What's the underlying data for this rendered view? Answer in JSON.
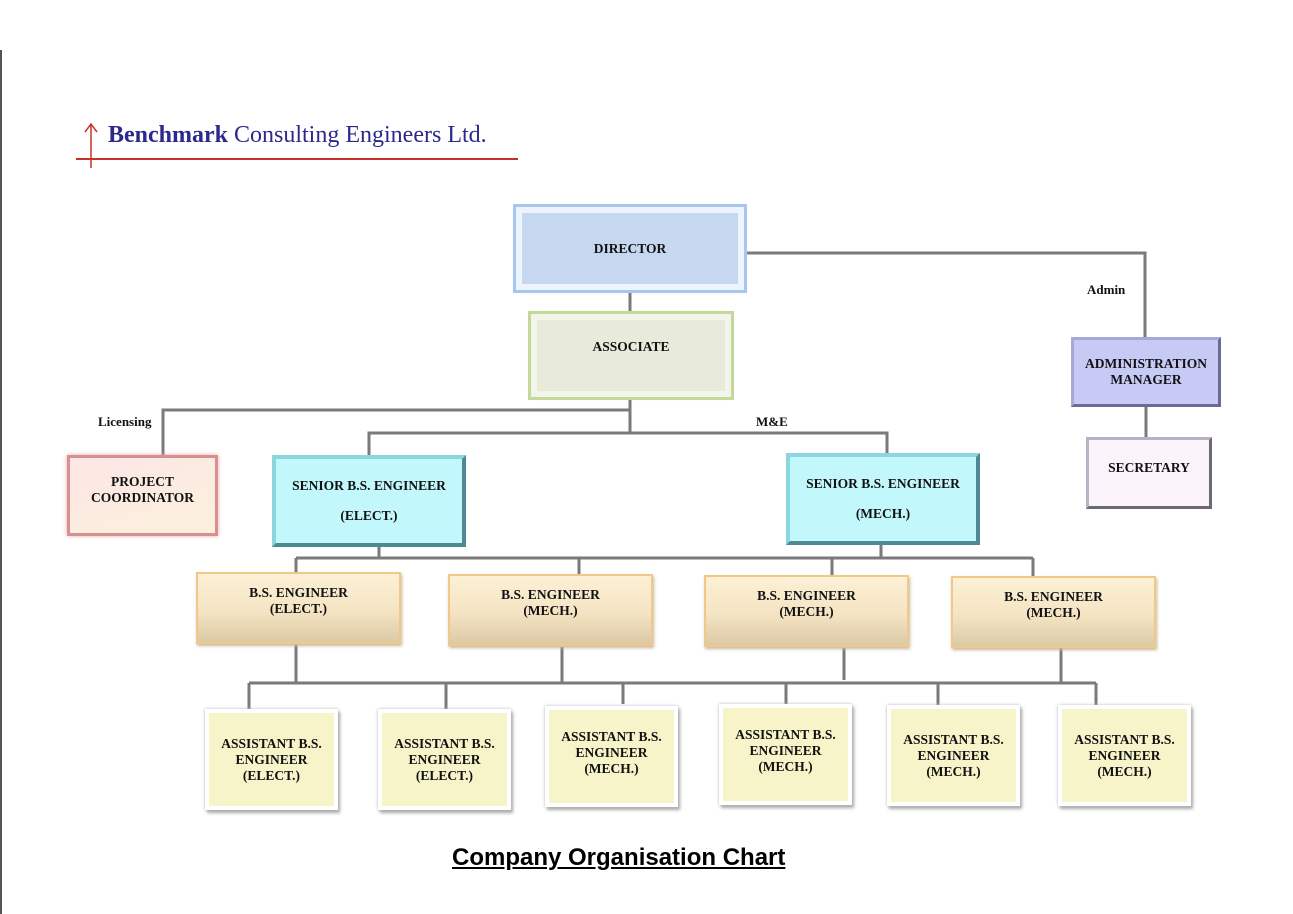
{
  "logo": {
    "company_bold": "Benchmark",
    "company_rest": " Consulting Engineers Ltd.",
    "brand_color": "#2b2a8c",
    "accent_color": "#c8302c"
  },
  "title": "Company Organisation Chart",
  "connector_labels": {
    "admin": "Admin",
    "licensing": "Licensing",
    "me": "M&E"
  },
  "nodes": {
    "director": [
      "DIRECTOR"
    ],
    "associate": [
      "ASSOCIATE"
    ],
    "administration_manager": [
      "ADMINISTRATION",
      "MANAGER"
    ],
    "secretary": [
      "SECRETARY"
    ],
    "project_coordinator": [
      "PROJECT",
      "COORDINATOR"
    ],
    "senior_elect": [
      "SENIOR B.S. ENGINEER",
      "(ELECT.)"
    ],
    "senior_mech": [
      "SENIOR B.S. ENGINEER",
      "(MECH.)"
    ],
    "bs_engineers": [
      [
        "B.S. ENGINEER",
        "(ELECT.)"
      ],
      [
        "B.S. ENGINEER",
        "(MECH.)"
      ],
      [
        "B.S. ENGINEER",
        "(MECH.)"
      ],
      [
        "B.S. ENGINEER",
        "(MECH.)"
      ]
    ],
    "assistants": [
      [
        "ASSISTANT B.S.",
        "ENGINEER",
        "(ELECT.)"
      ],
      [
        "ASSISTANT B.S.",
        "ENGINEER",
        "(ELECT.)"
      ],
      [
        "ASSISTANT B.S.",
        "ENGINEER",
        "(MECH.)"
      ],
      [
        "ASSISTANT B.S.",
        "ENGINEER",
        "(MECH.)"
      ],
      [
        "ASSISTANT B.S.",
        "ENGINEER",
        "(MECH.)"
      ],
      [
        "ASSISTANT B.S.",
        "ENGINEER",
        "(MECH.)"
      ]
    ]
  },
  "relationships": [
    {
      "from": "DIRECTOR",
      "to": "ASSOCIATE"
    },
    {
      "from": "DIRECTOR",
      "to": "ADMINISTRATION MANAGER",
      "label": "Admin"
    },
    {
      "from": "ADMINISTRATION MANAGER",
      "to": "SECRETARY"
    },
    {
      "from": "ASSOCIATE",
      "to": "PROJECT COORDINATOR",
      "label": "Licensing"
    },
    {
      "from": "ASSOCIATE",
      "to": "SENIOR B.S. ENGINEER (ELECT.)"
    },
    {
      "from": "ASSOCIATE",
      "to": "SENIOR B.S. ENGINEER (MECH.)",
      "label": "M&E"
    },
    {
      "from": "SENIOR B.S. ENGINEERS",
      "to": "B.S. ENGINEERS (x4)"
    },
    {
      "from": "B.S. ENGINEERS",
      "to": "ASSISTANT B.S. ENGINEERS (x6)"
    }
  ]
}
